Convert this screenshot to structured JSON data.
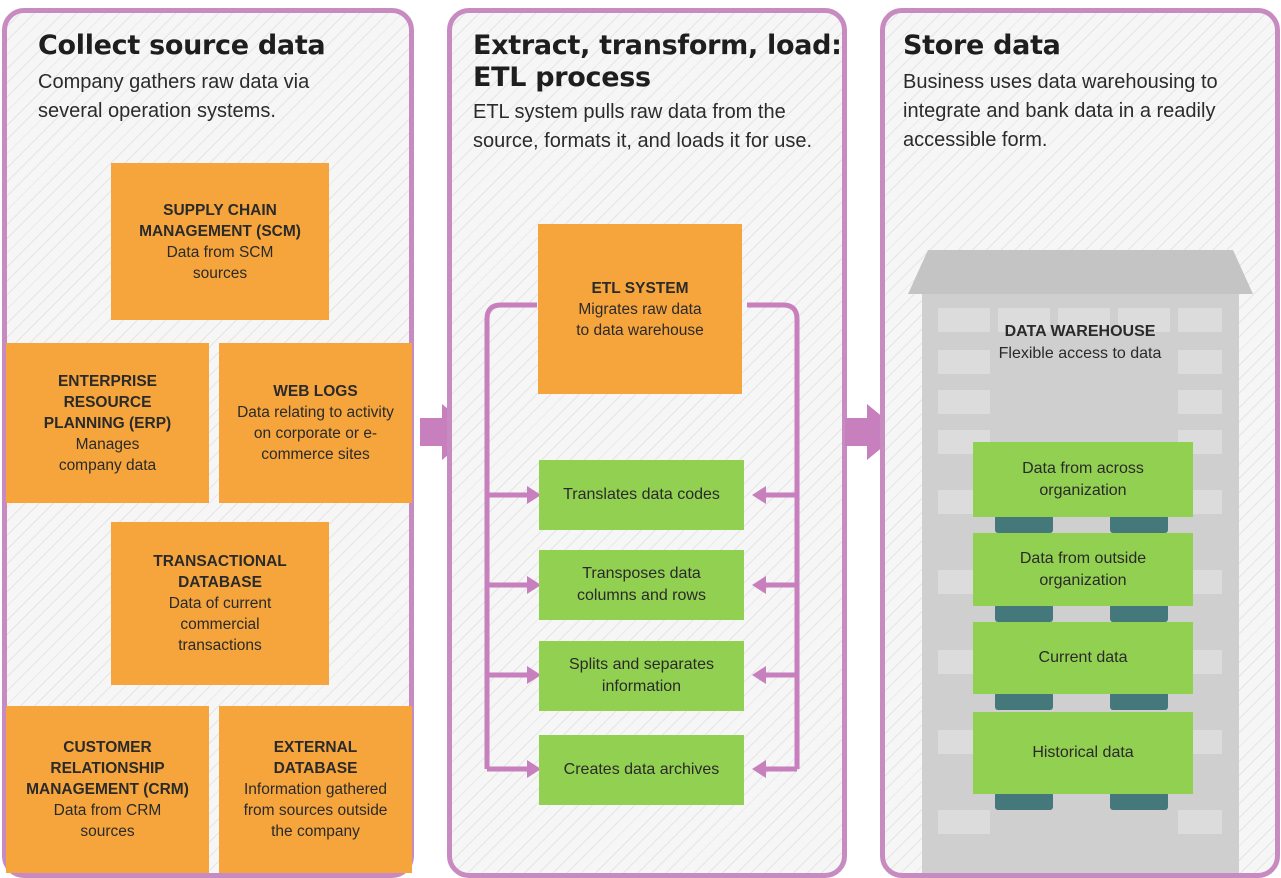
{
  "colors": {
    "panel_border": "#c78bc1",
    "orange": "#f6a53d",
    "green": "#92d052",
    "arrow": "#c77fbd",
    "connector": "#45787a",
    "building": "#c9c9c9"
  },
  "panels": [
    {
      "title_lines": [
        "Collect source data"
      ],
      "desc": "Company gathers raw data via several operation systems."
    },
    {
      "title_lines": [
        "Extract, transform, load:",
        "ETL process"
      ],
      "desc": "ETL system pulls raw data from the source, formats it, and loads it for use."
    },
    {
      "title_lines": [
        "Store data"
      ],
      "desc": "Business uses data warehousing to integrate and bank data in a readily accessible form."
    }
  ],
  "sources": {
    "scm": {
      "title": "SUPPLY CHAIN MANAGEMENT (SCM)",
      "desc": "Data from SCM sources"
    },
    "erp": {
      "title": "ENTERPRISE RESOURCE PLANNING (ERP)",
      "desc": "Manages company data"
    },
    "weblogs": {
      "title": "WEB LOGS",
      "desc": "Data relating to activity on corporate or e-commerce sites"
    },
    "transactional": {
      "title": "TRANSACTIONAL DATABASE",
      "desc": "Data of current commercial transactions"
    },
    "crm": {
      "title": "CUSTOMER RELATIONSHIP MANAGEMENT (CRM)",
      "desc": "Data from CRM sources"
    },
    "external": {
      "title": "EXTERNAL DATABASE",
      "desc": "Information gathered from sources outside the company"
    }
  },
  "etl": {
    "system": {
      "title": "ETL SYSTEM",
      "desc": "Migrates raw data to data warehouse"
    },
    "steps": [
      "Translates data codes",
      "Transposes data columns and rows",
      "Splits and separates information",
      "Creates data archives"
    ]
  },
  "warehouse": {
    "title": "DATA WAREHOUSE",
    "subtitle": "Flexible access to data",
    "layers": [
      "Data from across organization",
      "Data from outside organization",
      "Current data",
      "Historical data"
    ]
  }
}
